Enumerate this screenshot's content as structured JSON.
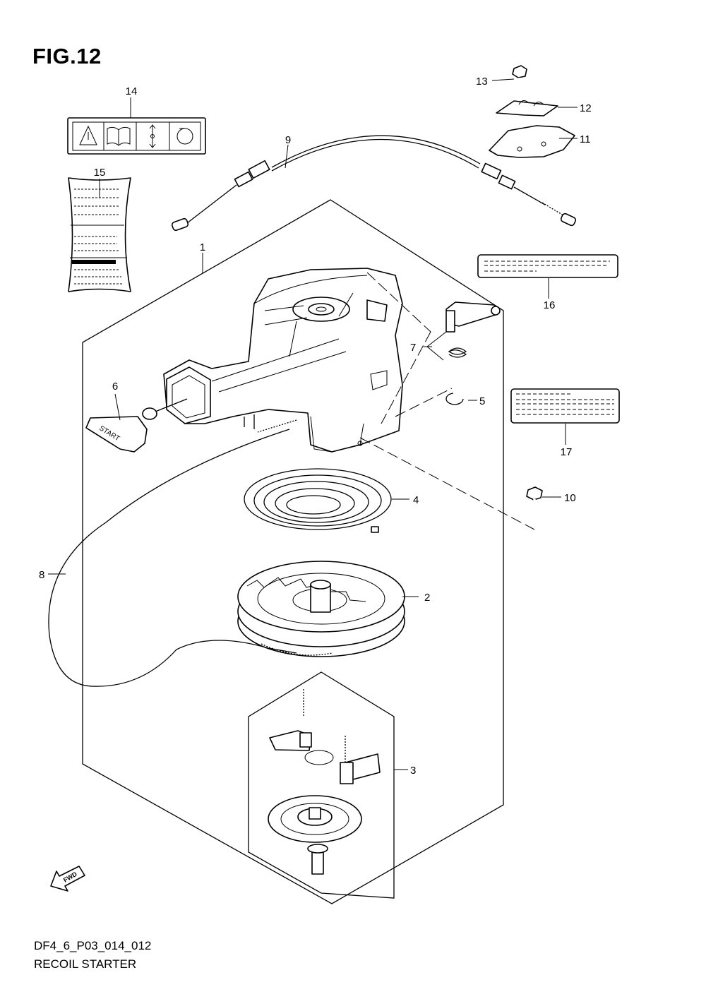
{
  "figure": {
    "title": "FIG.12",
    "code": "DF4_6_P03_014_012",
    "name": "RECOIL STARTER",
    "direction_arrow": "FWD",
    "handle_text": "START"
  },
  "callouts": [
    "1",
    "2",
    "3",
    "4",
    "5",
    "6",
    "7",
    "8",
    "9",
    "10",
    "11",
    "12",
    "13",
    "14",
    "15",
    "16",
    "17"
  ]
}
